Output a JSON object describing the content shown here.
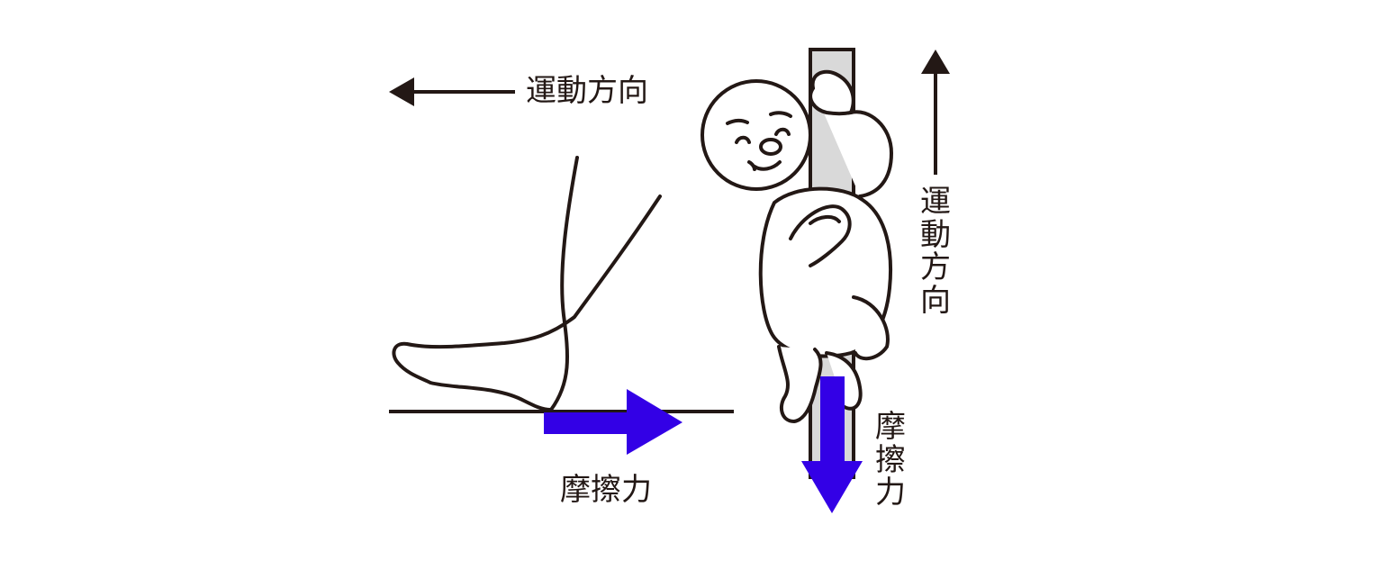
{
  "colors": {
    "ink": "#231815",
    "friction_arrow": "#3300e6",
    "pole_fill": "#d9d9d9"
  },
  "left_panel": {
    "motion_label": "運動方向",
    "friction_label": "摩擦力",
    "motion_direction": "left",
    "friction_direction": "right"
  },
  "right_panel": {
    "motion_label": "運動方向",
    "friction_label": "摩擦力",
    "motion_direction": "up",
    "friction_direction": "down"
  }
}
